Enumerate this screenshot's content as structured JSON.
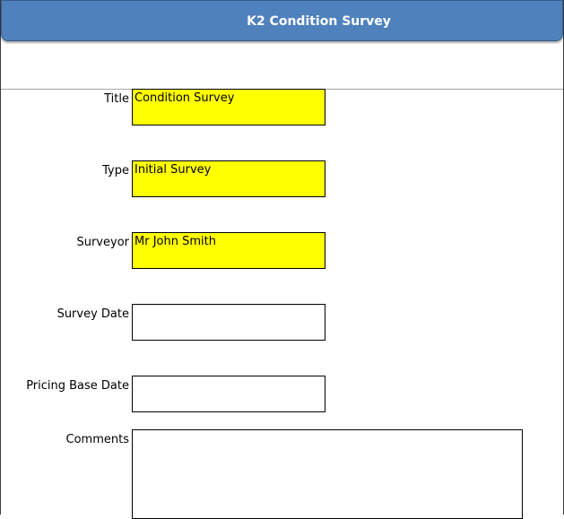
{
  "window": {
    "title": "K2 Condition Survey"
  },
  "form": {
    "title_label": "Title",
    "title_value": "Condition Survey",
    "type_label": "Type",
    "type_value": "Initial Survey",
    "surveyor_label": "Surveyor",
    "surveyor_value": "Mr John Smith",
    "survey_date_label": "Survey Date",
    "survey_date_value": "",
    "pricing_base_date_label": "Pricing Base Date",
    "pricing_base_date_value": "",
    "comments_label": "Comments",
    "comments_value": ""
  },
  "colors": {
    "titlebar": "#4f81bd",
    "required_field": "#ffff00"
  }
}
